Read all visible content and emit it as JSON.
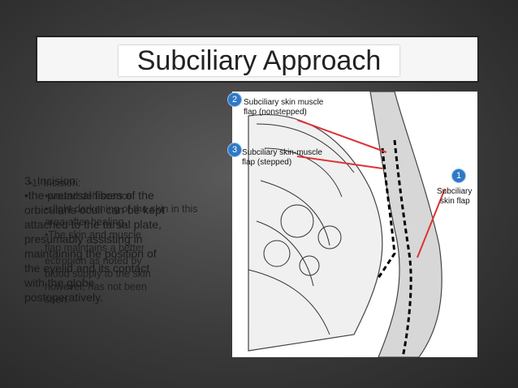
{
  "slide": {
    "title": "Subciliary Approach",
    "badges": [
      "1",
      "2",
      "3"
    ],
    "left_text": {
      "line1": "3. Incision:",
      "line2": "•the pretarsal fibers of the",
      "line3": "orbicularis oculi can be kept",
      "line4": "attached to the tarsal plate,",
      "line5": "presumably assisting in",
      "line6": "maintaining the position of",
      "line7": "the eyelid and its contact",
      "line8": "with the globe",
      "line9": "postoperatively."
    },
    "overlay_text": {
      "a1": "•1. Incision:",
      "a2": "•wound dehiscence.",
      "a3": "•slight darkening of the skin in this",
      "a4": "area after healing.",
      "a5": "•The skin and muscle",
      "a6": "flap maintains a better",
      "a7": "ectropion as noted by",
      "a8": "blood supply to the skin",
      "a9": "however, has not been",
      "a10": "seen."
    },
    "figure_labels": {
      "top": "Subciliary skin muscle",
      "top2": "flap (nonstepped)",
      "mid": "Subciliary skin-muscle",
      "mid2": "flap (stepped)",
      "right": "Subciliary",
      "right2": "skin flap"
    }
  }
}
